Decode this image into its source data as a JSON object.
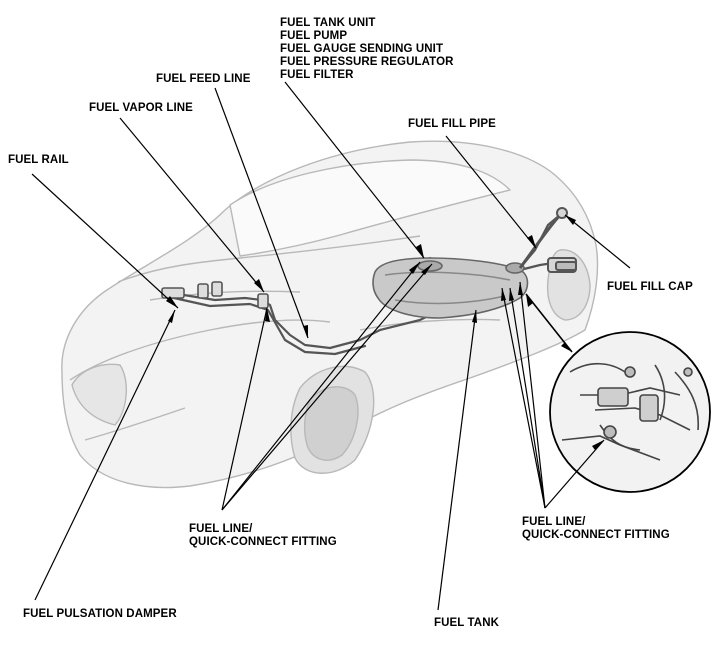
{
  "labels": {
    "fuel_tank_unit": "FUEL TANK UNIT",
    "fuel_pump": "FUEL PUMP",
    "fuel_gauge_sending_unit": "FUEL GAUGE SENDING UNIT",
    "fuel_pressure_regulator": "FUEL PRESSURE REGULATOR",
    "fuel_filter": "FUEL FILTER",
    "fuel_feed_line": "FUEL FEED LINE",
    "fuel_vapor_line": "FUEL VAPOR LINE",
    "fuel_rail": "FUEL RAIL",
    "fuel_fill_pipe": "FUEL FILL PIPE",
    "fuel_fill_cap": "FUEL FILL CAP",
    "fuel_line_left_1": "FUEL LINE/",
    "fuel_line_left_2": "QUICK-CONNECT FITTING",
    "fuel_line_right_1": "FUEL LINE/",
    "fuel_line_right_2": "QUICK-CONNECT FITTING",
    "fuel_pulsation_damper": "FUEL PULSATION DAMPER",
    "fuel_tank": "FUEL TANK"
  },
  "colors": {
    "line": "#000000",
    "car_outline": "#b8b8b8",
    "car_fill": "#f1f1f1",
    "parts": "#555555",
    "tank_fill": "#c9c9c9"
  }
}
